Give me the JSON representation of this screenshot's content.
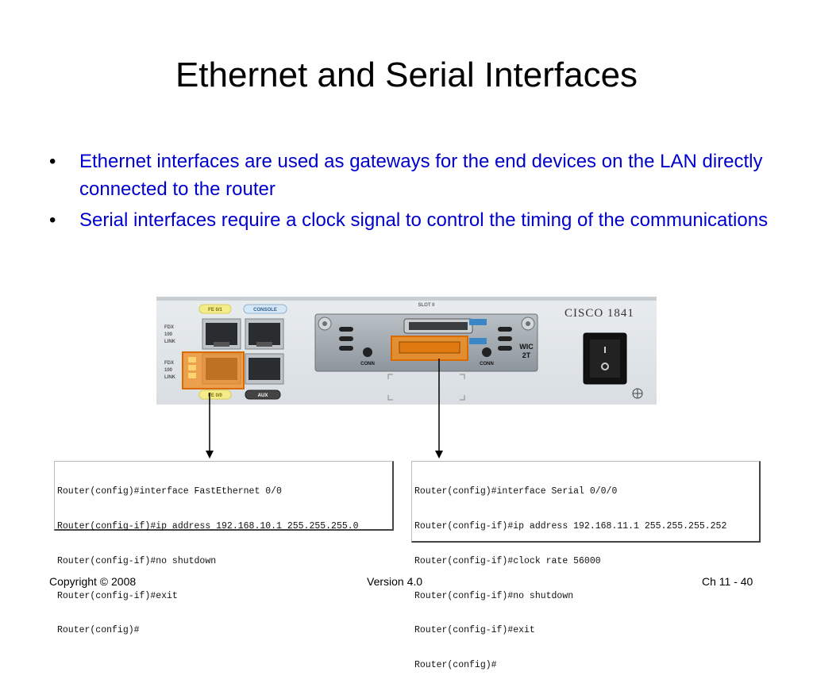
{
  "slide": {
    "title": "Ethernet and Serial Interfaces",
    "bullets": [
      "Ethernet interfaces are used as gateways for the end devices on the LAN directly connected to the router",
      "Serial interfaces require a clock signal to control the timing of the communications"
    ],
    "bullet_symbol": "•"
  },
  "router_image": {
    "brand_label": "CISCO 1841",
    "port_labels": {
      "fe01": "FE 0/1",
      "console": "CONSOLE",
      "fe00": "FE 0/0",
      "aux": "AUX",
      "slot": "SLOT 0",
      "conn_left": "CONN",
      "conn_right": "CONN",
      "wic": "WIC",
      "wic_type": "2T"
    },
    "led_labels": [
      "FDX",
      "100",
      "LINK"
    ],
    "highlight_color": "#f08a1c"
  },
  "cli_left": {
    "lines": [
      "Router(config)#interface FastEthernet 0/0",
      "Router(config-if)#ip address 192.168.10.1 255.255.255.0",
      "Router(config-if)#no shutdown",
      "Router(config-if)#exit",
      "Router(config)#"
    ]
  },
  "cli_right": {
    "lines": [
      "Router(config)#interface Serial 0/0/0",
      "Router(config-if)#ip address 192.168.11.1 255.255.255.252",
      "Router(config-if)#clock rate 56000",
      "Router(config-if)#no shutdown",
      "Router(config-if)#exit",
      "Router(config)#"
    ]
  },
  "footer": {
    "copyright": "Copyright © 2008",
    "version": "Version 4.0",
    "page": "Ch 11 - 40"
  },
  "colors": {
    "bullet_text": "#0000cc",
    "highlight": "#f08a1c"
  }
}
